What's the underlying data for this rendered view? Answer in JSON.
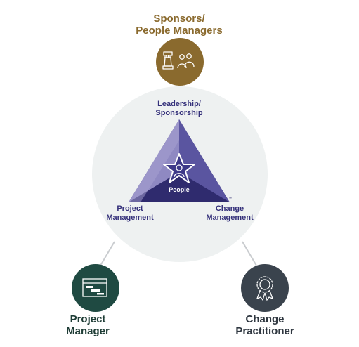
{
  "roles": {
    "sponsors": {
      "line1": "Sponsors/",
      "line2": "People Managers"
    },
    "project_manager": {
      "line1": "Project",
      "line2": "Manager"
    },
    "change_practitioner": {
      "line1": "Change",
      "line2": "Practitioner"
    }
  },
  "triangle": {
    "top_label_line1": "Leadership/",
    "top_label_line2": "Sponsorship",
    "left_label_line1": "Project",
    "left_label_line2": "Management",
    "right_label_line1": "Change",
    "right_label_line2": "Management",
    "center_label": "People",
    "trademark": "™"
  },
  "colors": {
    "sponsors": "#8a6a2e",
    "project_manager": "#1f4a42",
    "change_practitioner": "#3a434d",
    "triangle_dark": "#2f2b6e",
    "triangle_light": "#8f89c2",
    "circle_bg": "#eef1f1"
  },
  "icons": {
    "sponsors": "chess-rook-and-people-icon",
    "project_manager": "gantt-chart-icon",
    "change_practitioner": "award-ribbon-icon",
    "center": "person-star-icon"
  }
}
